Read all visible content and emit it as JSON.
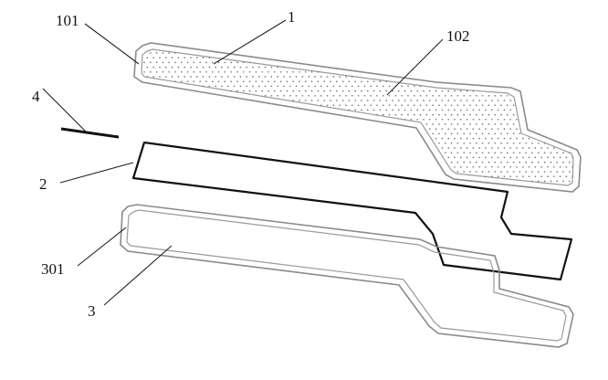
{
  "figure": {
    "labels": {
      "part_1": "1",
      "part_101": "101",
      "part_102": "102",
      "part_2": "2",
      "part_3": "3",
      "part_301": "301",
      "part_4": "4"
    }
  }
}
